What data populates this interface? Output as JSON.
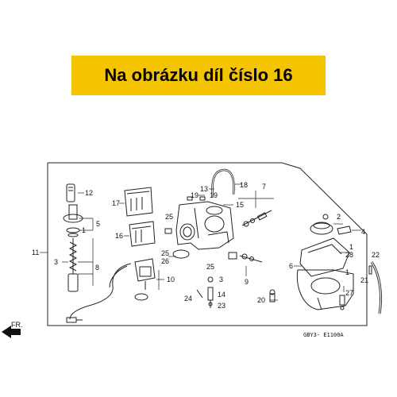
{
  "banner": {
    "text": "Na obrázku díl číslo 16",
    "bg": "#f5c400"
  },
  "diagram": {
    "code": "GBY3- E1100A",
    "direction_label": "FR.",
    "part_numbers": [
      "1",
      "2",
      "3",
      "4",
      "5",
      "6",
      "7",
      "8",
      "9",
      "10",
      "11",
      "12",
      "13",
      "14",
      "15",
      "16",
      "17",
      "18",
      "19",
      "20",
      "21",
      "22",
      "23",
      "24",
      "25",
      "26",
      "27",
      "28"
    ]
  }
}
